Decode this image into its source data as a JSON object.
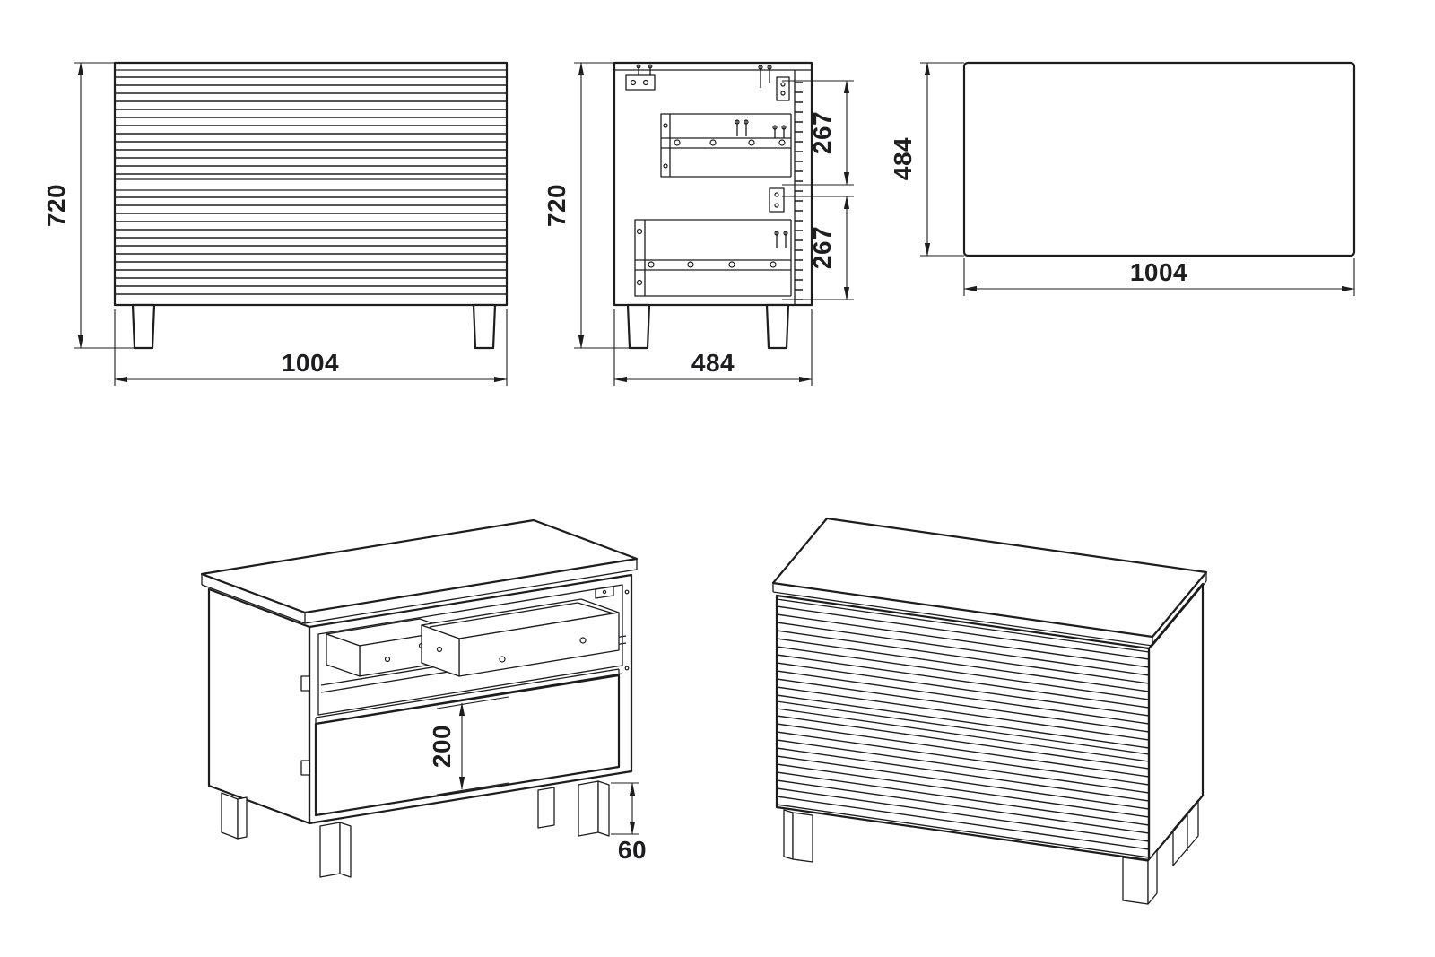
{
  "colors": {
    "line": "#1d1d1f",
    "background": "#ffffff"
  },
  "dimensions": {
    "front_view": {
      "height": "720",
      "width": "1004"
    },
    "side_view": {
      "height": "720",
      "depth": "484",
      "upper_drawer_pitch": "267",
      "lower_drawer_pitch": "267"
    },
    "top_view": {
      "depth": "484",
      "width": "1004"
    },
    "iso_open_view": {
      "drawer_box_height": "200",
      "leg_height": "60"
    }
  }
}
